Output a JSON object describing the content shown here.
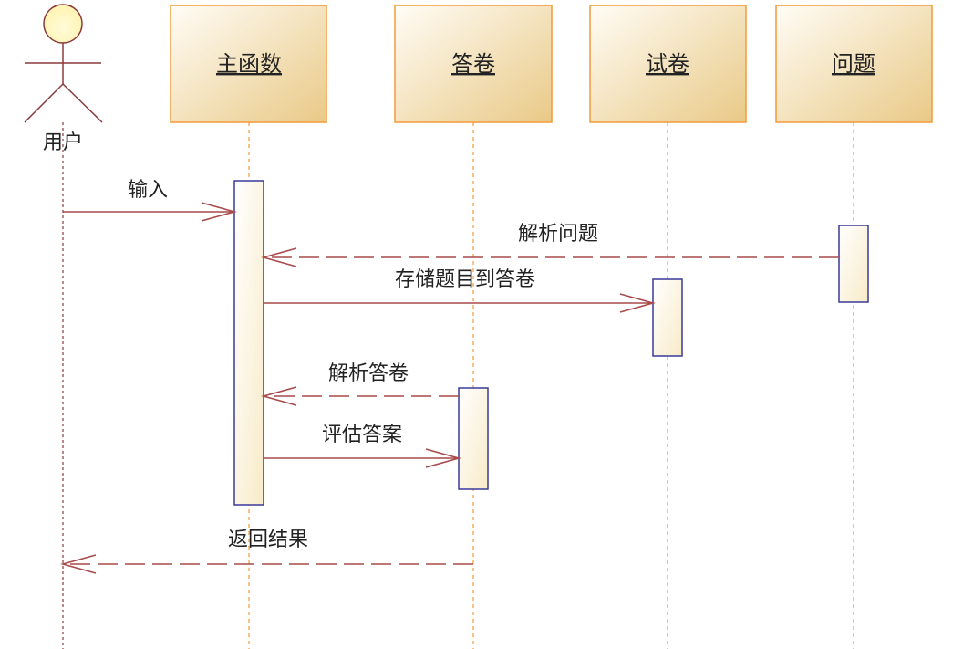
{
  "actor": {
    "label": "用户"
  },
  "objects": [
    {
      "label": "主函数"
    },
    {
      "label": "答卷"
    },
    {
      "label": "试卷"
    },
    {
      "label": "问题"
    }
  ],
  "messages": [
    {
      "label": "输入",
      "style": "sync"
    },
    {
      "label": "解析问题",
      "style": "return"
    },
    {
      "label": "存储题目到答卷",
      "style": "sync"
    },
    {
      "label": "解析答卷",
      "style": "return"
    },
    {
      "label": "评估答案",
      "style": "sync"
    },
    {
      "label": "返回结果",
      "style": "return"
    }
  ],
  "colors": {
    "lifeline": "#f5a04a",
    "message": "#a84a4a",
    "activation_border": "#3a3a9a",
    "object_border": "#f59a3a"
  }
}
